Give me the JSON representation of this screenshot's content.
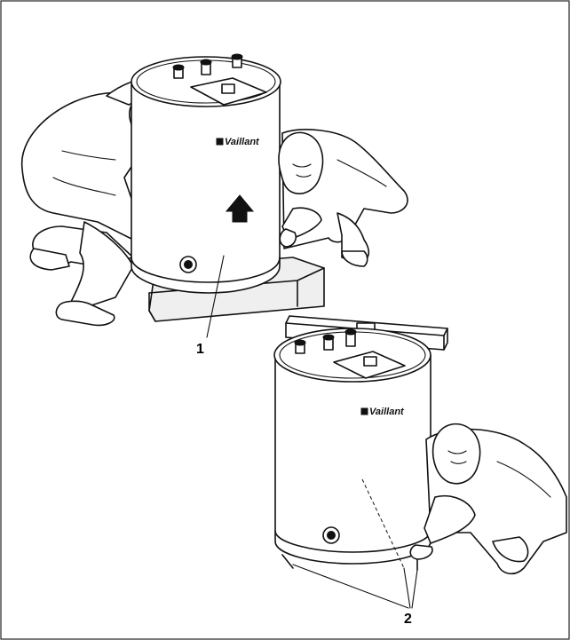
{
  "figure": {
    "callouts": [
      {
        "id": "1",
        "label": "1"
      },
      {
        "id": "2",
        "label": "2"
      }
    ],
    "brand_mark": "Vaillant",
    "icons": {
      "lift_arrow": "arrow-up-icon",
      "pipe_connection": "pipe-connection-icon"
    },
    "colors": {
      "line": "#111111",
      "background": "#ffffff",
      "border": "#222222"
    }
  }
}
